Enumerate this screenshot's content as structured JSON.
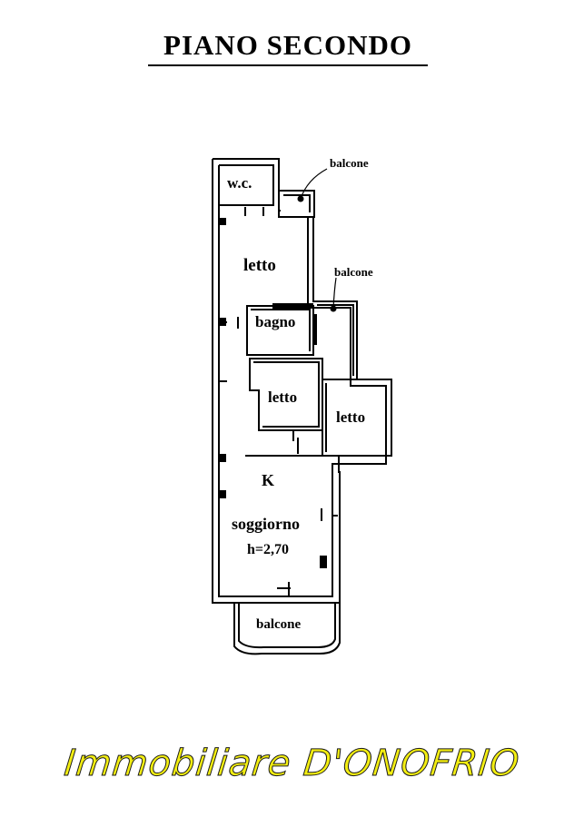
{
  "title": "PIANO SECONDO",
  "rooms": {
    "wc": "w.c.",
    "letto_top": "letto",
    "bagno": "bagno",
    "letto_mid": "letto",
    "letto_right": "letto",
    "kitchen": "K",
    "soggiorno": "soggiorno",
    "height": "h=2,70"
  },
  "balconies": {
    "top": "balcone",
    "right": "balcone",
    "bottom": "balcone"
  },
  "brand": "Immobiliare D'ONOFRIO",
  "colors": {
    "brand_fill": "#f3ee11",
    "brand_outline": "#1a1a1a",
    "wall": "#000000"
  }
}
